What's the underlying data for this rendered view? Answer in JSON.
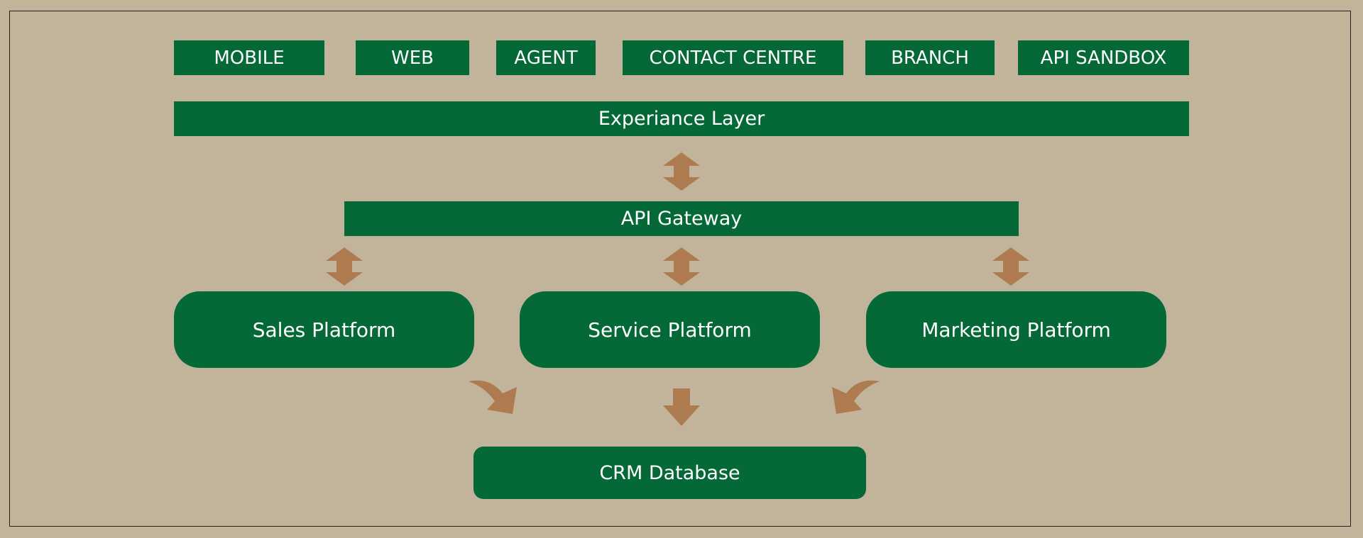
{
  "diagram": {
    "channels": [
      {
        "label": "MOBILE"
      },
      {
        "label": "WEB"
      },
      {
        "label": "AGENT"
      },
      {
        "label": "CONTACT CENTRE"
      },
      {
        "label": "BRANCH"
      },
      {
        "label": "API SANDBOX"
      }
    ],
    "experience_layer": {
      "label": "Experiance Layer"
    },
    "api_gateway": {
      "label": "API Gateway"
    },
    "platforms": [
      {
        "label": "Sales Platform"
      },
      {
        "label": "Service Platform"
      },
      {
        "label": "Marketing Platform"
      }
    ],
    "database": {
      "label": "CRM Database"
    },
    "colors": {
      "background": "#c2b49a",
      "box_fill": "#056937",
      "box_text": "#ffffff",
      "arrow_fill": "#ad7b4f"
    }
  }
}
